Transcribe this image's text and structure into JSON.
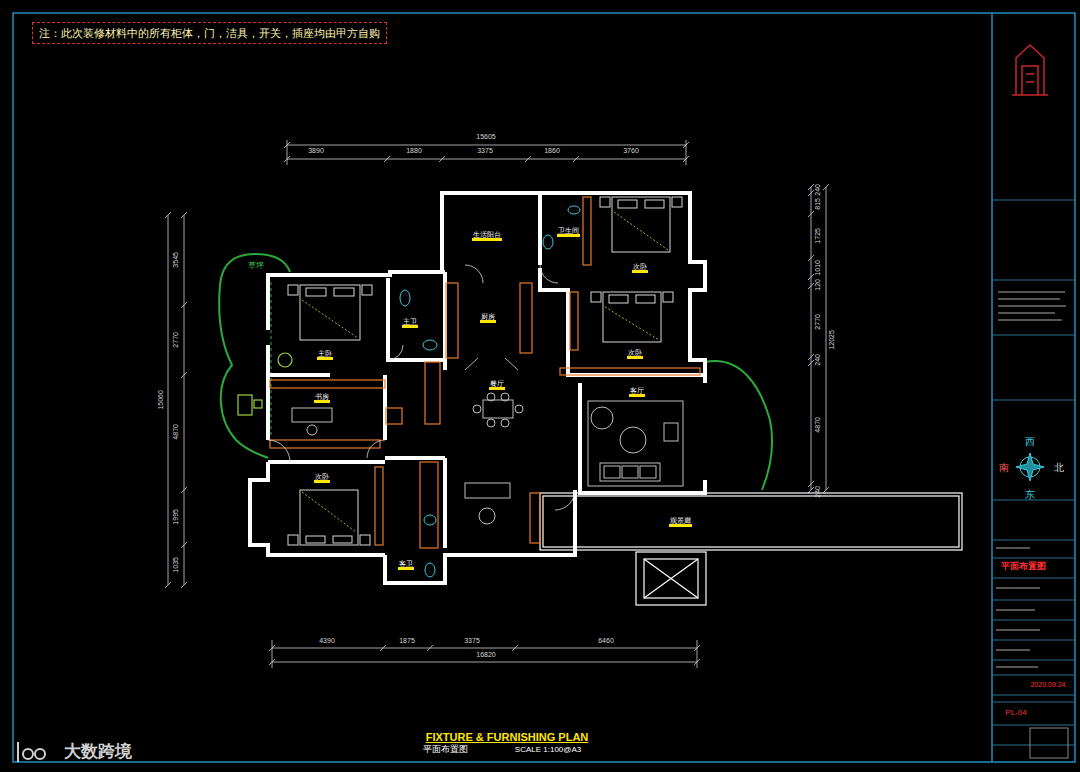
{
  "diagram": {
    "title": "FIXTURE & FURNISHING PLAN",
    "nodes": [
      {
        "text": [
          "注：此次装修材料中的所有柜体，门，洁具，开关，插座均由甲方自购"
        ]
      }
    ],
    "labels": [
      "15605",
      "3890",
      "1880",
      "3375",
      "1860",
      "3760",
      "3545",
      "2770",
      "15060",
      "4870",
      "1995",
      "1035",
      "240",
      "815",
      "1725",
      "1010",
      "120",
      "2770",
      "12025",
      "240",
      "4870",
      "240",
      "4390",
      "1875",
      "3375",
      "6460",
      "16820",
      "草坪",
      "主卧",
      "书房",
      "次卧",
      "主卫",
      "生活阳台",
      "厨房",
      "卫生间",
      "次卧",
      "次卧",
      "餐厅",
      "客厅",
      "客卫",
      "观景廊",
      "平面布置图",
      "SCALE 1:100@A3",
      "西",
      "南",
      "北",
      "东",
      "平面布置图",
      "2020.09.24",
      "PL-04",
      "大数跨境"
    ]
  }
}
